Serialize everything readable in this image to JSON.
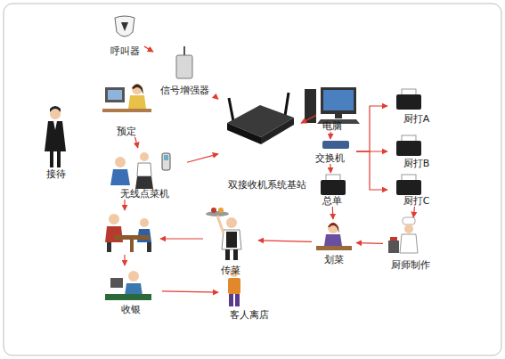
{
  "diagram": {
    "nodes": [
      {
        "text": [
          "呼叫器"
        ]
      },
      {
        "text": [
          "信号增强器"
        ]
      },
      {
        "text": [
          "预定"
        ]
      },
      {
        "text": [
          "接待"
        ]
      },
      {
        "text": [
          "无线点菜机"
        ]
      },
      {
        "text": [
          "双接收机系统基站"
        ]
      },
      {
        "text": [
          "电脑"
        ]
      },
      {
        "text": [
          "交换机"
        ]
      },
      {
        "text": [
          "总单"
        ]
      },
      {
        "text": [
          "厨打A"
        ]
      },
      {
        "text": [
          "厨打B"
        ]
      },
      {
        "text": [
          "厨打C"
        ]
      },
      {
        "text": [
          "厨师制作"
        ]
      },
      {
        "text": [
          "划菜"
        ]
      },
      {
        "text": [
          "传菜"
        ]
      },
      {
        "text": [
          "收银"
        ]
      },
      {
        "text": [
          "客人离店"
        ]
      }
    ],
    "edges": [
      {
        "from": 0,
        "to": 1,
        "arrow": "to"
      },
      {
        "from": 1,
        "to": 5,
        "arrow": "to"
      },
      {
        "from": 4,
        "to": 5,
        "arrow": "to"
      },
      {
        "from": 2,
        "to": 4,
        "arrow": "to"
      },
      {
        "from": 5,
        "to": 6,
        "arrow": "to"
      },
      {
        "from": 6,
        "to": 7,
        "arrow": "to"
      },
      {
        "from": 7,
        "to": 8,
        "arrow": "to"
      },
      {
        "from": 7,
        "to": 9,
        "arrow": "to"
      },
      {
        "from": 7,
        "to": 10,
        "arrow": "to"
      },
      {
        "from": 7,
        "to": 11,
        "arrow": "to"
      },
      {
        "from": 11,
        "to": 12,
        "arrow": "to"
      },
      {
        "from": 8,
        "to": 13,
        "arrow": "to"
      },
      {
        "from": 12,
        "to": 13,
        "arrow": "to"
      },
      {
        "from": 13,
        "to": 14,
        "arrow": "to"
      },
      {
        "from": 15,
        "to": 16,
        "arrow": "to"
      }
    ]
  }
}
